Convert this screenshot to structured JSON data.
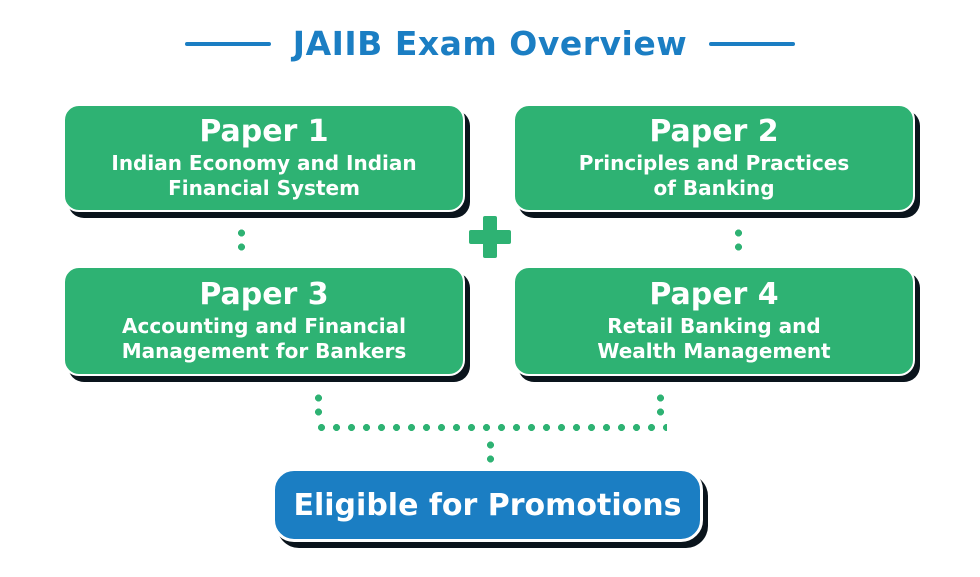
{
  "header": {
    "title": "JAIIB Exam Overview"
  },
  "papers": [
    {
      "title": "Paper 1",
      "subtitle": "Indian Economy and Indian\nFinancial System"
    },
    {
      "title": "Paper 2",
      "subtitle": "Principles and Practices\nof Banking"
    },
    {
      "title": "Paper 3",
      "subtitle": "Accounting and Financial\nManagement for Bankers"
    },
    {
      "title": "Paper 4",
      "subtitle": "Retail Banking and\nWealth Management"
    }
  ],
  "icons": {
    "plus": "+"
  },
  "result_button": {
    "label": "Eligible for Promotions"
  },
  "colors": {
    "green": "#2EB273",
    "blue": "#1B7EC3",
    "shadow": "#0A141C",
    "white": "#FFFFFF"
  }
}
